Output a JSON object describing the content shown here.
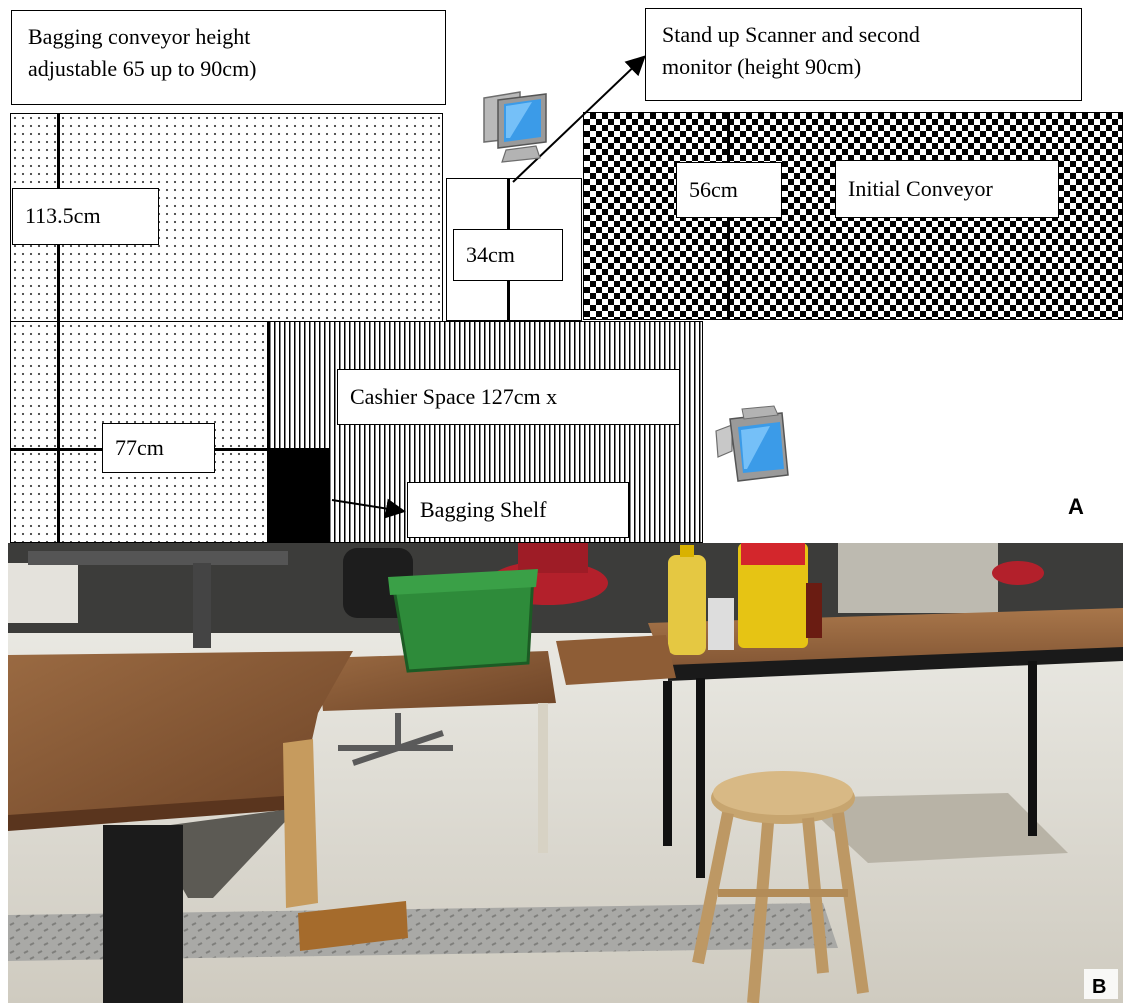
{
  "diagram": {
    "labels": {
      "bagging_conveyor": [
        "Bagging conveyor height",
        "adjustable 65 up to 90cm)"
      ],
      "scanner_monitor": [
        "Stand up Scanner and second",
        "monitor (height 90cm)"
      ],
      "dim_113": "113.5cm",
      "dim_34": "34cm",
      "dim_56": "56cm",
      "initial_conveyor": "Initial Conveyor",
      "cashier_space": "Cashier Space 127cm x",
      "dim_77": "77cm",
      "bagging_shelf": "Bagging Shelf"
    },
    "panel_letter": "A",
    "icons": [
      "monitor-icon",
      "scanner-icon"
    ]
  },
  "photo": {
    "panel_letter": "B"
  },
  "colors": {
    "line": "#000000",
    "monitor_screen": "#3b9be8",
    "table_wood": "#8a5a35",
    "crate_green": "#2e8b3a",
    "floor": "#dcdad2"
  }
}
